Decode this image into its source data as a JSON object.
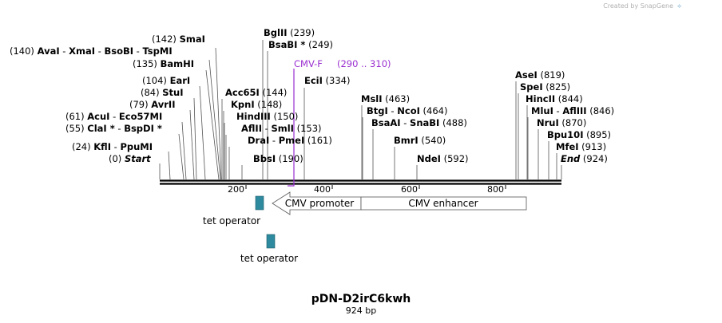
{
  "credit": "Created by SnapGene",
  "title": "pDN-D2irC6kwh",
  "subtitle": "924 bp",
  "sequence_length": 924,
  "ticks": [
    "200",
    "400",
    "600",
    "800"
  ],
  "primer": {
    "name": "CMV-F",
    "range": "(290 .. 310)",
    "color": "#9b30d0"
  },
  "features": [
    {
      "name": "CMV promoter",
      "type": "arrow-left"
    },
    {
      "name": "CMV enhancer",
      "type": "box"
    },
    {
      "name": "tet operator",
      "type": "small-box",
      "color": "#2e8a9e"
    },
    {
      "name": "tet operator",
      "type": "small-box",
      "color": "#2e8a9e"
    }
  ],
  "sites": [
    {
      "num": "(142)",
      "names": [
        "SmaI"
      ]
    },
    {
      "num": "(140)",
      "names": [
        "AvaI",
        "XmaI",
        "BsoBI",
        "TspMI"
      ]
    },
    {
      "num": "(135)",
      "names": [
        "BamHI"
      ]
    },
    {
      "num": "(104)",
      "names": [
        "EarI"
      ]
    },
    {
      "num": "(84)",
      "names": [
        "StuI"
      ]
    },
    {
      "num": "(79)",
      "names": [
        "AvrII"
      ]
    },
    {
      "num": "(61)",
      "names": [
        "AcuI",
        "Eco57MI"
      ]
    },
    {
      "num": "(55)",
      "names": [
        "ClaI *",
        "BspDI *"
      ]
    },
    {
      "num": "(24)",
      "names": [
        "KflI",
        "PpuMI"
      ]
    },
    {
      "num": "(0)",
      "names": [
        "Start"
      ]
    },
    {
      "num": "(239)",
      "names": [
        "BglII"
      ]
    },
    {
      "num": "(249)",
      "names": [
        "BsaBI *"
      ]
    },
    {
      "num": "(144)",
      "names": [
        "Acc65I"
      ]
    },
    {
      "num": "(148)",
      "names": [
        "KpnI"
      ]
    },
    {
      "num": "(150)",
      "names": [
        "HindIII"
      ]
    },
    {
      "num": "(153)",
      "names": [
        "AflII",
        "SmlI"
      ]
    },
    {
      "num": "(161)",
      "names": [
        "DraI",
        "PmeI"
      ]
    },
    {
      "num": "(190)",
      "names": [
        "BbsI"
      ]
    },
    {
      "num": "(334)",
      "names": [
        "EciI"
      ]
    },
    {
      "num": "(463)",
      "names": [
        "MslI"
      ]
    },
    {
      "num": "(464)",
      "names": [
        "BtgI",
        "NcoI"
      ]
    },
    {
      "num": "(488)",
      "names": [
        "BsaAI",
        "SnaBI"
      ]
    },
    {
      "num": "(540)",
      "names": [
        "BmrI"
      ]
    },
    {
      "num": "(592)",
      "names": [
        "NdeI"
      ]
    },
    {
      "num": "(819)",
      "names": [
        "AseI"
      ]
    },
    {
      "num": "(825)",
      "names": [
        "SpeI"
      ]
    },
    {
      "num": "(844)",
      "names": [
        "HincII"
      ]
    },
    {
      "num": "(846)",
      "names": [
        "MluI",
        "AflIII"
      ]
    },
    {
      "num": "(870)",
      "names": [
        "NruI"
      ]
    },
    {
      "num": "(895)",
      "names": [
        "Bpu10I"
      ]
    },
    {
      "num": "(913)",
      "names": [
        "MfeI"
      ]
    },
    {
      "num": "(924)",
      "names": [
        "End"
      ]
    }
  ]
}
